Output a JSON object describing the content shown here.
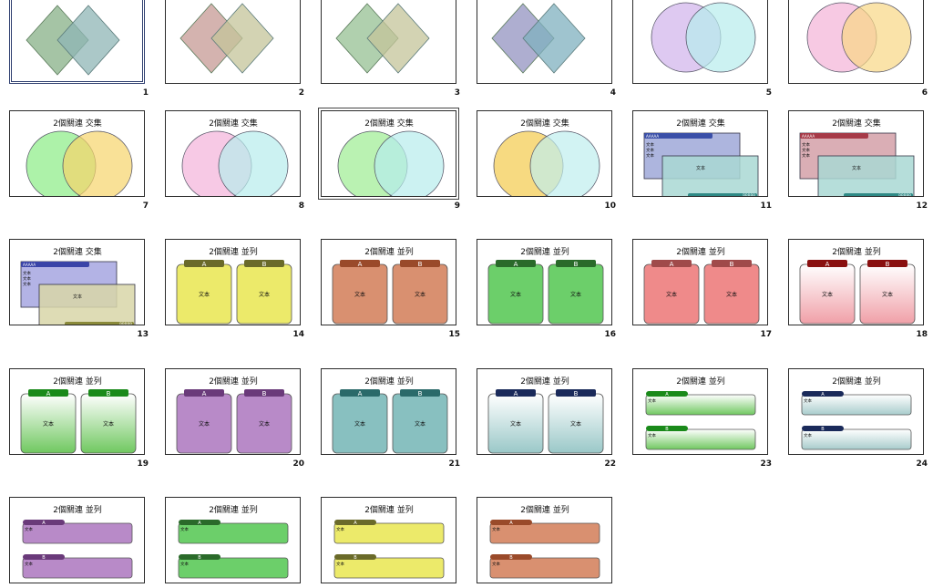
{
  "slides": [
    {
      "number": "1",
      "type": "diamond",
      "colors": [
        "#8fb58f",
        "#8fb5b5"
      ],
      "selected": true
    },
    {
      "number": "2",
      "type": "diamond",
      "colors": [
        "#c9a09b",
        "#c4c49a"
      ]
    },
    {
      "number": "3",
      "type": "diamond",
      "colors": [
        "#9cc49a",
        "#c4c49a"
      ]
    },
    {
      "number": "4",
      "type": "diamond",
      "colors": [
        "#9a9ac4",
        "#7fb0bf"
      ]
    },
    {
      "number": "5",
      "type": "circle",
      "colors": [
        "#d8c0ee",
        "#b6ecec"
      ]
    },
    {
      "number": "6",
      "type": "circle",
      "colors": [
        "#f6c0de",
        "#f8d784"
      ]
    },
    {
      "number": "7",
      "type": "venn-title",
      "title": "2個關連 交集",
      "colors": [
        "#9ff09a",
        "#f6d46b"
      ]
    },
    {
      "number": "8",
      "type": "venn-title",
      "title": "2個關連 交集",
      "colors": [
        "#f6c0e0",
        "#b6ecec"
      ]
    },
    {
      "number": "9",
      "type": "venn-title",
      "title": "2個關連 交集",
      "colors": [
        "#aef0a4",
        "#b6ecec"
      ],
      "selected2": true
    },
    {
      "number": "10",
      "type": "venn-title",
      "title": "2個關連 交集",
      "colors": [
        "#f6d46b",
        "#bfeeee"
      ]
    },
    {
      "number": "11",
      "type": "box-overlap",
      "title": "2個關連 交集",
      "colors": [
        "#9fa8d8",
        "#a9d8d4",
        "#3a4fa8",
        "#2f8a86"
      ],
      "label": "文本",
      "tag": "AAAAA",
      "tag2": "BBBBB",
      "list": [
        "文本",
        "文本",
        "文本"
      ]
    },
    {
      "number": "12",
      "type": "box-overlap",
      "title": "2個關連 交集",
      "colors": [
        "#d4a0a8",
        "#a9d8d4",
        "#a63a48",
        "#2f8a86"
      ],
      "label": "文本",
      "tag": "AAAAA",
      "tag2": "BBBBB",
      "list": [
        "文本",
        "文本",
        "文本"
      ]
    },
    {
      "number": "13",
      "type": "box-overlap",
      "title": "2個關連 交集",
      "colors": [
        "#a6a6e0",
        "#d8d6a8",
        "#3a44a8",
        "#8a8a3a"
      ],
      "label": "文本",
      "tag": "AAAAA",
      "tag2": "BBBBB",
      "list": [
        "文本",
        "文本",
        "文本"
      ]
    },
    {
      "number": "14",
      "type": "columns",
      "title": "2個關連 並列",
      "colors": [
        "#ecea6a",
        "#6a6a2a"
      ],
      "labels": [
        "A",
        "B"
      ],
      "text": "文本"
    },
    {
      "number": "15",
      "type": "columns",
      "title": "2個關連 並列",
      "colors": [
        "#d99070",
        "#9a4a2a"
      ],
      "labels": [
        "A",
        "B"
      ],
      "text": "文本"
    },
    {
      "number": "16",
      "type": "columns",
      "title": "2個關連 並列",
      "colors": [
        "#6ccf6a",
        "#2a6a2a"
      ],
      "labels": [
        "A",
        "B"
      ],
      "text": "文本"
    },
    {
      "number": "17",
      "type": "columns",
      "title": "2個關連 並列",
      "colors": [
        "#ef8a8a",
        "#a04a4a"
      ],
      "labels": [
        "A",
        "B"
      ],
      "text": "文本"
    },
    {
      "number": "18",
      "type": "columns-gradient",
      "title": "2個關連 並列",
      "colors": [
        "#f0a0a8",
        "#8a1010"
      ],
      "labels": [
        "A",
        "B"
      ],
      "text": "文本"
    },
    {
      "number": "19",
      "type": "columns-gradient",
      "title": "2個關連 並列",
      "colors": [
        "#70c860",
        "#1a8a1a"
      ],
      "labels": [
        "A",
        "B"
      ],
      "text": "文本"
    },
    {
      "number": "20",
      "type": "columns",
      "title": "2個關連 並列",
      "colors": [
        "#b88ac8",
        "#6a3a7a"
      ],
      "labels": [
        "A",
        "B"
      ],
      "text": "文本"
    },
    {
      "number": "21",
      "type": "columns",
      "title": "2個關連 並列",
      "colors": [
        "#88c0c0",
        "#2a6a6a"
      ],
      "labels": [
        "A",
        "B"
      ],
      "text": "文本"
    },
    {
      "number": "22",
      "type": "columns-gradient",
      "title": "2個關連 並列",
      "colors": [
        "#9ac8c8",
        "#1a2a5a"
      ],
      "labels": [
        "A",
        "B"
      ],
      "text": "文本"
    },
    {
      "number": "23",
      "type": "rows-gradient",
      "title": "2個關連 並列",
      "colors": [
        "#70c860",
        "#1a8a1a"
      ],
      "labels": [
        "A",
        "B"
      ],
      "text": "文本"
    },
    {
      "number": "24",
      "type": "rows-gradient",
      "title": "2個關連 並列",
      "colors": [
        "#a8cccc",
        "#1a2a5a"
      ],
      "labels": [
        "A",
        "B"
      ],
      "text": "文本"
    },
    {
      "number": "",
      "type": "rows",
      "title": "2個關連 並列",
      "colors": [
        "#b88ac8",
        "#6a3a7a"
      ],
      "labels": [
        "A",
        "B"
      ],
      "text": "文本"
    },
    {
      "number": "",
      "type": "rows",
      "title": "2個關連 並列",
      "colors": [
        "#6ccf6a",
        "#2a6a2a"
      ],
      "labels": [
        "A",
        "B"
      ],
      "text": "文本"
    },
    {
      "number": "",
      "type": "rows",
      "title": "2個關連 並列",
      "colors": [
        "#ecea6a",
        "#6a6a2a"
      ],
      "labels": [
        "A",
        "B"
      ],
      "text": "文本"
    },
    {
      "number": "",
      "type": "rows",
      "title": "2個關連 並列",
      "colors": [
        "#d99070",
        "#9a4a2a"
      ],
      "labels": [
        "A",
        "B"
      ],
      "text": "文本"
    }
  ]
}
